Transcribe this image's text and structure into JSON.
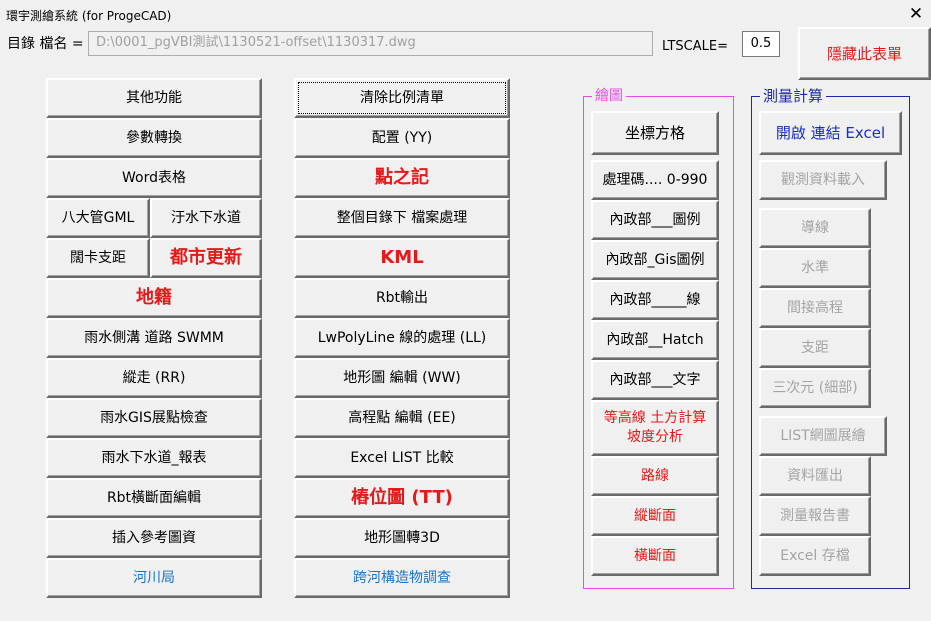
{
  "window": {
    "title": "環宇測繪系統 (for ProgeCAD)",
    "close_glyph": "✕"
  },
  "top": {
    "dir_label": "目錄 檔名 =",
    "path": "D:\\0001_pgVBI測試\\1130521-offset\\1130317.dwg",
    "ltscale_label": "LTSCALE=",
    "ltscale_value": "0.5",
    "hide_button": "隱藏此表單"
  },
  "col1": {
    "b1": "其他功能",
    "b2": "參數轉換",
    "b3": "Word表格",
    "b4a": "八大管GML",
    "b4b": "汙水下水道",
    "b5a": "闊卡支距",
    "b5b": "都市更新",
    "b6": "地籍",
    "b7": "雨水側溝 道路 SWMM",
    "b8": "縱走 (RR)",
    "b9": "雨水GIS展點檢查",
    "b10": "雨水下水道_報表",
    "b11": "Rbt橫斷面編輯",
    "b12": "插入參考圖資",
    "b13": "河川局"
  },
  "col2": {
    "b1": "清除比例清單",
    "b2": "配置 (YY)",
    "b3": "點之記",
    "b4": "整個目錄下 檔案處理",
    "b5": "KML",
    "b6": "Rbt輸出",
    "b7": "LwPolyLine 線的處理 (LL)",
    "b8": "地形圖 編輯 (WW)",
    "b9": "高程點 編輯 (EE)",
    "b10": "Excel LIST 比較",
    "b11": "樁位圖 (TT)",
    "b12": "地形圖轉3D",
    "b13": "跨河構造物調查"
  },
  "draw": {
    "legend": "繪圖",
    "b1": "坐標方格",
    "b2": "處理碼.... 0-990",
    "b3": "內政部___圖例",
    "b4": "內政部_Gis圖例",
    "b5": "內政部_____線",
    "b6": "內政部__Hatch",
    "b7": "內政部___文字",
    "b8_line1": "等高線 土方計算",
    "b8_line2": "坡度分析",
    "b9": "路線",
    "b10": "縱斷面",
    "b11": "橫斷面"
  },
  "calc": {
    "legend": "測量計算",
    "b1": "開啟 連結 Excel",
    "b2": "觀測資料載入",
    "b3": "導線",
    "b4": "水準",
    "b5": "間接高程",
    "b6": "支距",
    "b7": "三次元 (細部)",
    "b8": "LIST網圖展繪",
    "b9": "資料匯出",
    "b10": "測量報告書",
    "b11": "Excel 存檔"
  },
  "colors": {
    "red": "#e21a1a",
    "blue": "#1673c9",
    "dark_blue": "#1a2cc8",
    "magenta": "#e64be6",
    "navy": "#1d2aa6",
    "disabled": "#a4a4a4"
  }
}
